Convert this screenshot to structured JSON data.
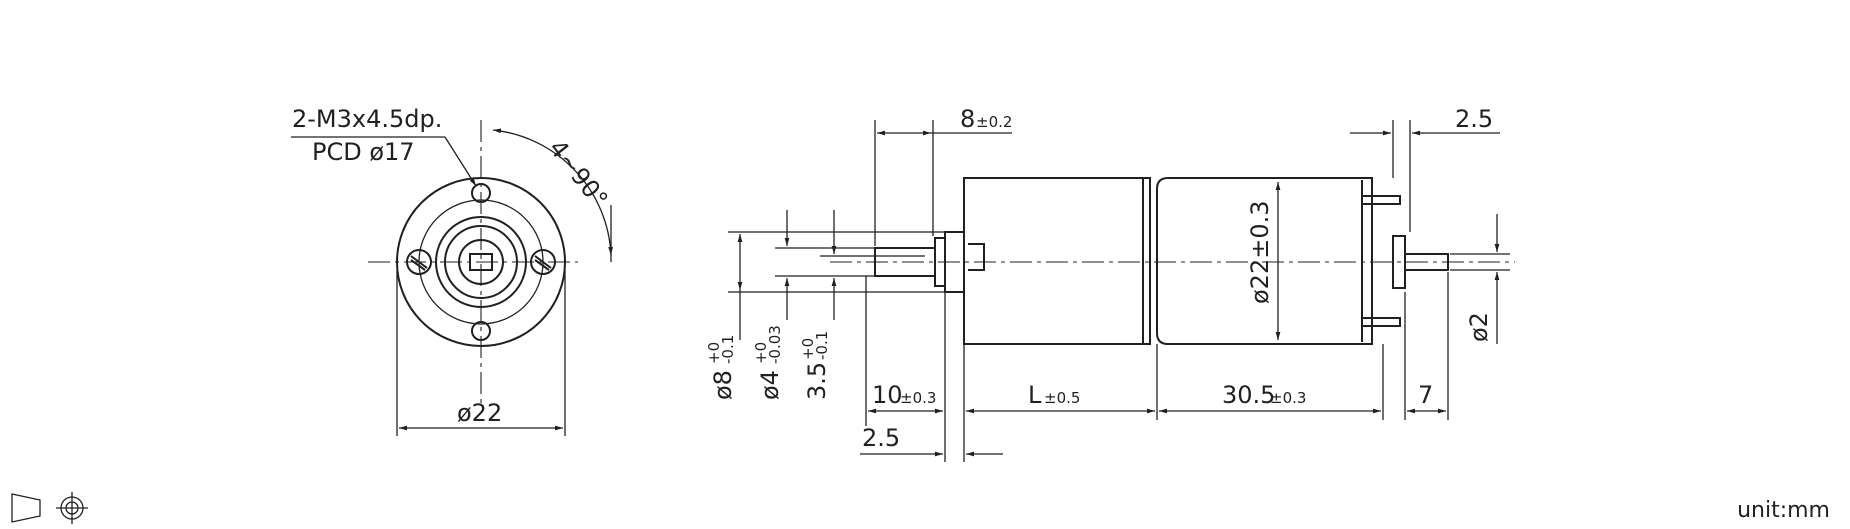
{
  "front_view": {
    "hole_note_line1": "2-M3x4.5dp.",
    "hole_note_line2": "PCD ø17",
    "angle": "4~90°",
    "diameter": "ø22"
  },
  "side_view": {
    "top_dim_8": "8",
    "top_dim_8_tol": "±0.2",
    "top_dim_2_5": "2.5",
    "body_dia": "ø22±0.3",
    "shaft_dia_8": "ø8",
    "shaft_dia_8_tol_upper": "+0",
    "shaft_dia_8_tol_lower": "-0.1",
    "shaft_dia_4": "ø4",
    "shaft_dia_4_tol_upper": "+0",
    "shaft_dia_4_tol_lower": "-0.03",
    "flat_3_5": "3.5",
    "flat_3_5_tol_upper": "+0",
    "flat_3_5_tol_lower": "-0.1",
    "dim_10": "10",
    "dim_10_tol": "±0.3",
    "dim_L": "L",
    "dim_L_tol": "±0.5",
    "dim_30_5": "30.5",
    "dim_30_5_tol": "±0.3",
    "dim_7": "7",
    "dim_2_5_bottom": "2.5",
    "rear_shaft_dia": "ø2"
  },
  "projection_symbol": "first-angle-projection-icon",
  "unit_label": "unit:mm"
}
